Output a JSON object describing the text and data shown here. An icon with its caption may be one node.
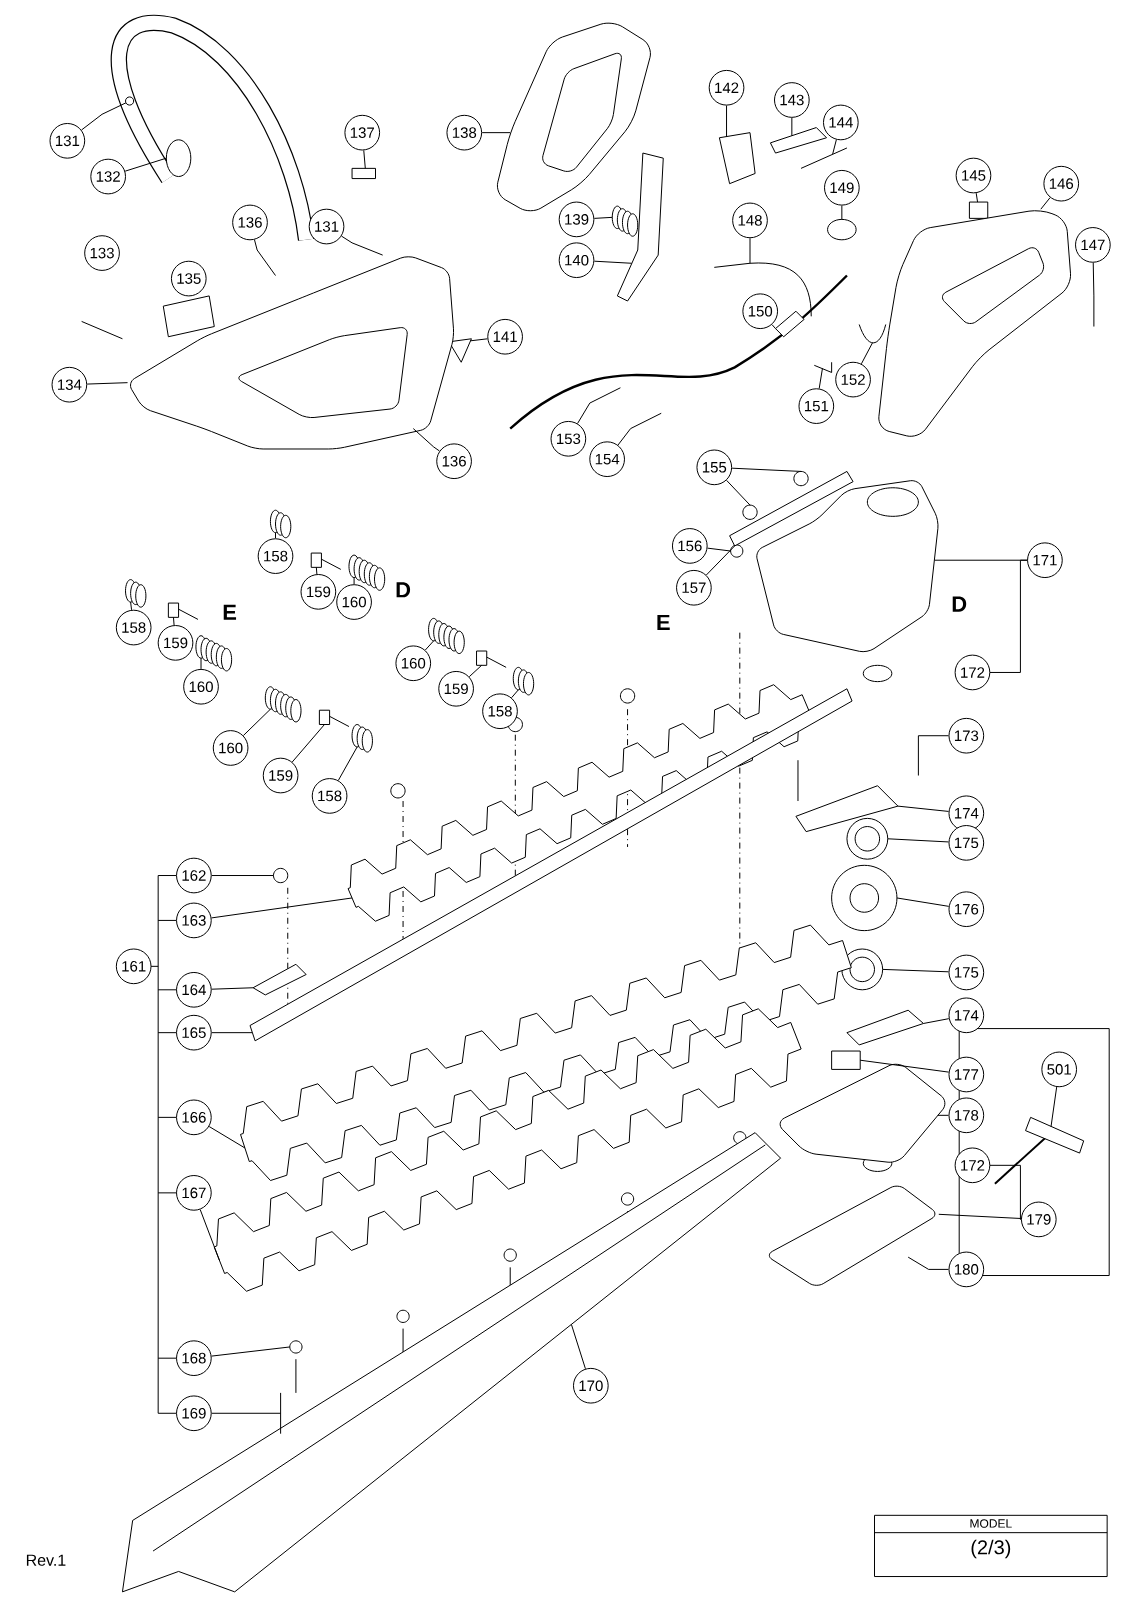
{
  "diagram": {
    "nodes": [
      {
        "text": [
          "131"
        ]
      },
      {
        "text": [
          "138"
        ]
      },
      {
        "text": [
          "137"
        ]
      },
      {
        "text": [
          "142"
        ]
      },
      {
        "text": [
          "143"
        ]
      },
      {
        "text": [
          "144"
        ]
      },
      {
        "text": [
          "132"
        ]
      },
      {
        "text": [
          "145"
        ]
      },
      {
        "text": [
          "146"
        ]
      },
      {
        "text": [
          "149"
        ]
      },
      {
        "text": [
          "147"
        ]
      },
      {
        "text": [
          "139"
        ]
      },
      {
        "text": [
          "148"
        ]
      },
      {
        "text": [
          "136"
        ]
      },
      {
        "text": [
          "131"
        ]
      },
      {
        "text": [
          "133"
        ]
      },
      {
        "text": [
          "140"
        ]
      },
      {
        "text": [
          "135"
        ]
      },
      {
        "text": [
          "150"
        ]
      },
      {
        "text": [
          "141"
        ]
      },
      {
        "text": [
          "152"
        ]
      },
      {
        "text": [
          "151"
        ]
      },
      {
        "text": [
          "134"
        ]
      },
      {
        "text": [
          "153"
        ]
      },
      {
        "text": [
          "154"
        ]
      },
      {
        "text": [
          "136"
        ]
      },
      {
        "text": [
          "155"
        ]
      },
      {
        "text": [
          "156"
        ]
      },
      {
        "text": [
          "158"
        ]
      },
      {
        "text": [
          "171"
        ]
      },
      {
        "text": [
          "157"
        ]
      },
      {
        "text": [
          "159"
        ]
      },
      {
        "text": [
          "160"
        ]
      },
      {
        "text": [
          "158"
        ]
      },
      {
        "text": [
          "159"
        ]
      },
      {
        "text": [
          "160"
        ]
      },
      {
        "text": [
          "160"
        ]
      },
      {
        "text": [
          "159"
        ]
      },
      {
        "text": [
          "158"
        ]
      },
      {
        "text": [
          "172"
        ]
      },
      {
        "text": [
          "173"
        ]
      },
      {
        "text": [
          "160"
        ]
      },
      {
        "text": [
          "159"
        ]
      },
      {
        "text": [
          "158"
        ]
      },
      {
        "text": [
          "174"
        ]
      },
      {
        "text": [
          "175"
        ]
      },
      {
        "text": [
          "161"
        ]
      },
      {
        "text": [
          "162"
        ]
      },
      {
        "text": [
          "163"
        ]
      },
      {
        "text": [
          "176"
        ]
      },
      {
        "text": [
          "175"
        ]
      },
      {
        "text": [
          "164"
        ]
      },
      {
        "text": [
          "174"
        ]
      },
      {
        "text": [
          "165"
        ]
      },
      {
        "text": [
          "501"
        ]
      },
      {
        "text": [
          "177"
        ]
      },
      {
        "text": [
          "178"
        ]
      },
      {
        "text": [
          "166"
        ]
      },
      {
        "text": [
          "172"
        ]
      },
      {
        "text": [
          "167"
        ]
      },
      {
        "text": [
          "179"
        ]
      },
      {
        "text": [
          "180"
        ]
      },
      {
        "text": [
          "168"
        ]
      },
      {
        "text": [
          "170"
        ]
      },
      {
        "text": [
          "169"
        ]
      },
      {
        "text": [],
        "shape": "picture"
      },
      {
        "text": [],
        "shape": "picture"
      },
      {
        "text": [],
        "shape": "box"
      },
      {
        "text": [],
        "shape": "picture"
      },
      {
        "text": [],
        "shape": "picture"
      },
      {
        "text": [],
        "shape": "picture"
      },
      {
        "text": [],
        "shape": "circle"
      },
      {
        "text": [],
        "shape": "box"
      },
      {
        "text": [],
        "shape": "picture"
      },
      {
        "text": [],
        "shape": "circle"
      },
      {
        "text": [],
        "shape": "picture"
      },
      {
        "text": [],
        "shape": "picture"
      },
      {
        "text": [],
        "shape": "picture"
      },
      {
        "text": [],
        "shape": "picture"
      },
      {
        "text": [],
        "shape": "picture"
      },
      {
        "text": [],
        "shape": "picture"
      },
      {
        "text": [],
        "shape": "picture"
      },
      {
        "text": [],
        "shape": "picture"
      },
      {
        "text": [],
        "shape": "picture"
      },
      {
        "text": [],
        "shape": "picture"
      },
      {
        "text": [],
        "shape": "picture"
      },
      {
        "text": [],
        "shape": "picture"
      },
      {
        "text": [],
        "shape": "picture"
      },
      {
        "text": [],
        "shape": "picture"
      },
      {
        "text": [],
        "shape": "circle"
      },
      {
        "text": [],
        "shape": "circle"
      },
      {
        "text": [],
        "shape": "circle"
      },
      {
        "text": [],
        "shape": "picture"
      },
      {
        "text": [],
        "shape": "picture"
      },
      {
        "text": [],
        "shape": "picture"
      },
      {
        "text": [],
        "shape": "picture"
      },
      {
        "text": [],
        "shape": "picture"
      },
      {
        "text": [],
        "shape": "picture"
      },
      {
        "text": [],
        "shape": "picture"
      },
      {
        "text": [],
        "shape": "picture"
      },
      {
        "text": [],
        "shape": "picture"
      },
      {
        "text": [],
        "shape": "picture"
      },
      {
        "text": [],
        "shape": "picture"
      },
      {
        "text": [],
        "shape": "picture"
      },
      {
        "text": [],
        "shape": "picture"
      },
      {
        "text": [],
        "shape": "picture"
      },
      {
        "text": [],
        "shape": "picture"
      },
      {
        "text": [],
        "shape": "picture"
      },
      {
        "text": [],
        "shape": "picture"
      },
      {
        "text": [],
        "shape": "circle"
      },
      {
        "text": [],
        "shape": "picture"
      },
      {
        "text": [],
        "shape": "picture"
      },
      {
        "text": [],
        "shape": "picture"
      },
      {
        "text": [],
        "shape": "picture"
      },
      {
        "text": [],
        "shape": "picture"
      },
      {
        "text": [],
        "shape": "picture"
      },
      {
        "text": [],
        "shape": "picture"
      },
      {
        "text": [],
        "shape": "box"
      },
      {
        "text": [],
        "shape": "picture"
      },
      {
        "text": [],
        "shape": "picture"
      },
      {
        "text": [],
        "shape": "picture"
      },
      {
        "text": [],
        "shape": "picture"
      },
      {
        "text": [],
        "shape": "picture"
      },
      {
        "text": [],
        "shape": "picture"
      },
      {
        "text": [],
        "shape": "picture"
      },
      {
        "text": [],
        "shape": "picture"
      }
    ],
    "edges": [
      {
        "from": 0,
        "to": 65,
        "arrow": "none"
      },
      {
        "from": 1,
        "to": 66,
        "arrow": "none"
      },
      {
        "from": 2,
        "to": 67,
        "arrow": "none"
      },
      {
        "from": 3,
        "to": 68,
        "arrow": "none"
      },
      {
        "from": 4,
        "to": 69,
        "arrow": "none"
      },
      {
        "from": 5,
        "to": 70,
        "arrow": "none"
      },
      {
        "from": 6,
        "to": 71,
        "arrow": "none"
      },
      {
        "from": 7,
        "to": 72,
        "arrow": "none"
      },
      {
        "from": 8,
        "to": 73,
        "arrow": "none"
      },
      {
        "from": 9,
        "to": 74,
        "arrow": "none"
      },
      {
        "from": 10,
        "to": 75,
        "arrow": "none"
      },
      {
        "from": 11,
        "to": 76,
        "arrow": "none"
      },
      {
        "from": 12,
        "to": 77,
        "arrow": "none"
      },
      {
        "from": 13,
        "to": 78,
        "arrow": "none"
      },
      {
        "from": 14,
        "to": 79,
        "arrow": "none"
      },
      {
        "from": 16,
        "to": 80,
        "arrow": "none"
      },
      {
        "from": 18,
        "to": 81,
        "arrow": "none"
      },
      {
        "from": 19,
        "to": 82,
        "arrow": "none"
      },
      {
        "from": 20,
        "to": 83,
        "arrow": "none"
      },
      {
        "from": 21,
        "to": 84,
        "arrow": "none"
      },
      {
        "from": 22,
        "to": 85,
        "arrow": "none"
      },
      {
        "from": 23,
        "to": 86,
        "arrow": "none"
      },
      {
        "from": 24,
        "to": 87,
        "arrow": "none"
      },
      {
        "from": 25,
        "to": 88,
        "arrow": "none"
      },
      {
        "from": 26,
        "to": 89,
        "arrow": "none"
      },
      {
        "from": 26,
        "to": 90,
        "arrow": "none"
      },
      {
        "from": 27,
        "to": 91,
        "arrow": "none"
      },
      {
        "from": 28,
        "to": 92,
        "arrow": "none"
      },
      {
        "from": 29,
        "to": 93,
        "arrow": "none"
      },
      {
        "from": 30,
        "to": 94,
        "arrow": "none"
      },
      {
        "from": 31,
        "to": 95,
        "arrow": "none"
      },
      {
        "from": 32,
        "to": 96,
        "arrow": "none"
      },
      {
        "from": 33,
        "to": 97,
        "arrow": "none"
      },
      {
        "from": 34,
        "to": 98,
        "arrow": "none"
      },
      {
        "from": 35,
        "to": 99,
        "arrow": "none"
      },
      {
        "from": 36,
        "to": 100,
        "arrow": "none"
      },
      {
        "from": 37,
        "to": 101,
        "arrow": "none"
      },
      {
        "from": 38,
        "to": 102,
        "arrow": "none"
      },
      {
        "from": 40,
        "to": 103,
        "arrow": "none"
      },
      {
        "from": 41,
        "to": 104,
        "arrow": "none"
      },
      {
        "from": 42,
        "to": 105,
        "arrow": "none"
      },
      {
        "from": 43,
        "to": 106,
        "arrow": "none"
      },
      {
        "from": 44,
        "to": 107,
        "arrow": "none"
      },
      {
        "from": 45,
        "to": 108,
        "arrow": "none"
      },
      {
        "from": 47,
        "to": 109,
        "arrow": "none"
      },
      {
        "from": 48,
        "to": 110,
        "arrow": "none"
      },
      {
        "from": 49,
        "to": 111,
        "arrow": "none"
      },
      {
        "from": 50,
        "to": 112,
        "arrow": "none"
      },
      {
        "from": 51,
        "to": 113,
        "arrow": "none"
      },
      {
        "from": 52,
        "to": 114,
        "arrow": "none"
      },
      {
        "from": 53,
        "to": 115,
        "arrow": "none"
      },
      {
        "from": 54,
        "to": 116,
        "arrow": "none"
      },
      {
        "from": 55,
        "to": 117,
        "arrow": "none"
      },
      {
        "from": 56,
        "to": 118,
        "arrow": "none"
      },
      {
        "from": 57,
        "to": 119,
        "arrow": "none"
      },
      {
        "from": 59,
        "to": 120,
        "arrow": "none"
      },
      {
        "from": 60,
        "to": 121,
        "arrow": "none"
      },
      {
        "from": 61,
        "to": 122,
        "arrow": "none"
      },
      {
        "from": 62,
        "to": 123,
        "arrow": "none"
      },
      {
        "from": 63,
        "to": 124,
        "arrow": "none"
      },
      {
        "from": 64,
        "to": 125,
        "arrow": "none"
      }
    ],
    "labels": [
      "D",
      "D",
      "E",
      "E",
      "MODEL",
      "(2/3)",
      "Rev.1"
    ]
  }
}
